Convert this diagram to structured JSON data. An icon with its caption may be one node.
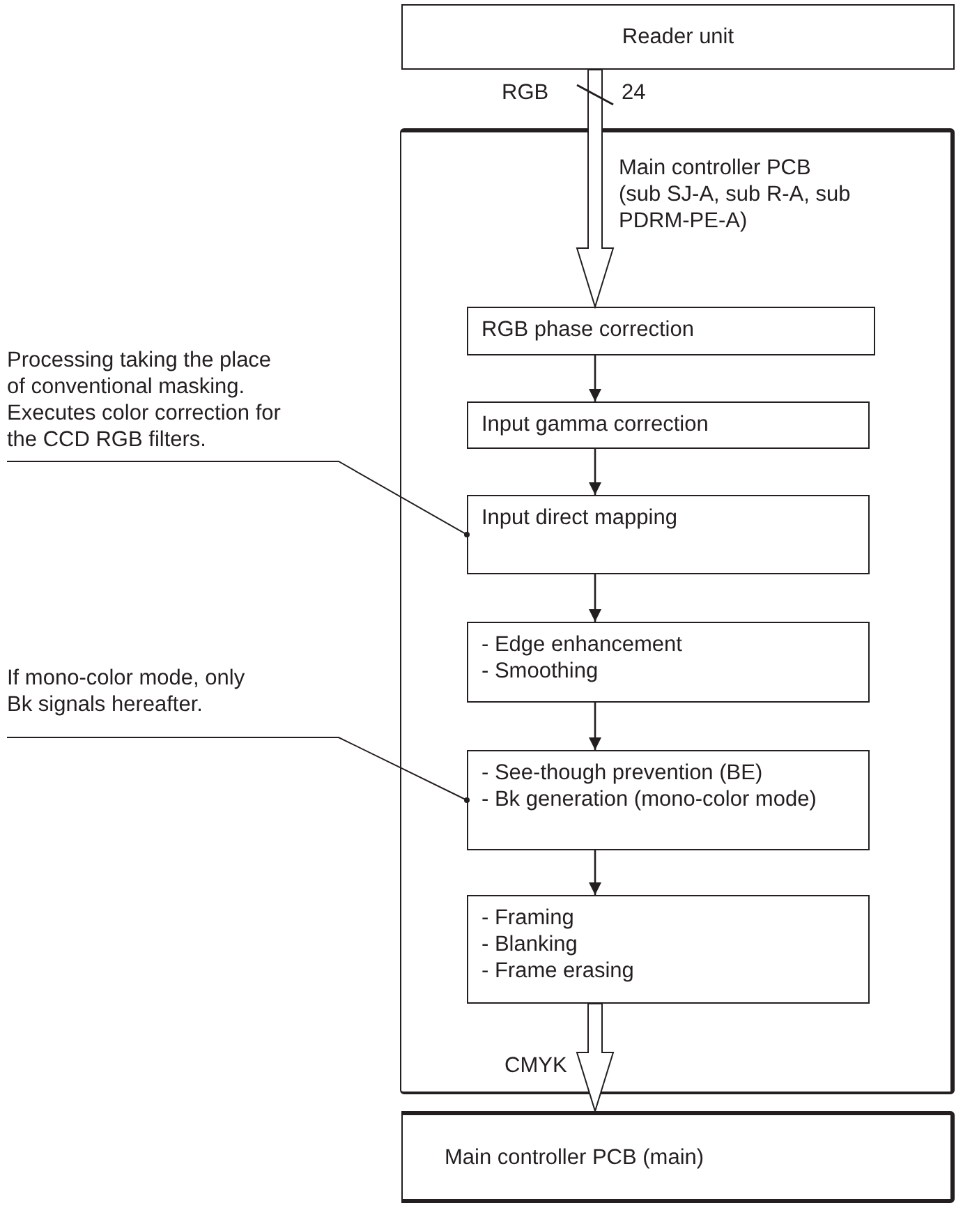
{
  "diagram": {
    "nodes": [
      {
        "text": [
          "Reader unit"
        ]
      },
      {
        "text": [
          "Main controller PCB (sub SJ-A, sub R-A, sub PDRM-PE-A)"
        ]
      },
      {
        "text": [
          "RGB phase correction"
        ],
        "in": 1
      },
      {
        "text": [
          "Input gamma correction"
        ],
        "in": 1
      },
      {
        "text": [
          "Input direct mapping"
        ],
        "in": 1
      },
      {
        "text": [
          "- Edge enhancement",
          "- Smoothing"
        ],
        "in": 1
      },
      {
        "text": [
          "- See-though prevention (BE)",
          "- Bk generation (mono-color mode)"
        ],
        "in": 1
      },
      {
        "text": [
          "- Framing",
          "- Blanking",
          "- Frame erasing"
        ],
        "in": 1
      },
      {
        "text": [
          "Main controller PCB (main)"
        ]
      },
      {
        "text": [
          "Processing taking the place of conventional masking. Executes color correction for the CCD RGB filters."
        ]
      },
      {
        "text": [
          "If mono-color mode, only Bk signals hereafter."
        ]
      }
    ],
    "edges": [
      {
        "from": 0,
        "to": 2,
        "arrow": "to",
        "style": "thick",
        "label": "RGB"
      },
      {
        "from": 2,
        "to": 3,
        "arrow": "to"
      },
      {
        "from": 3,
        "to": 4,
        "arrow": "to"
      },
      {
        "from": 4,
        "to": 5,
        "arrow": "to"
      },
      {
        "from": 5,
        "to": 6,
        "arrow": "to"
      },
      {
        "from": 6,
        "to": 7,
        "arrow": "to"
      },
      {
        "from": 7,
        "to": 8,
        "arrow": "to",
        "style": "thick",
        "label": "CMYK"
      },
      {
        "from": 9,
        "to": 4,
        "arrow": "other"
      },
      {
        "from": 10,
        "to": 6,
        "arrow": "other"
      }
    ],
    "labels": [
      "24"
    ]
  }
}
